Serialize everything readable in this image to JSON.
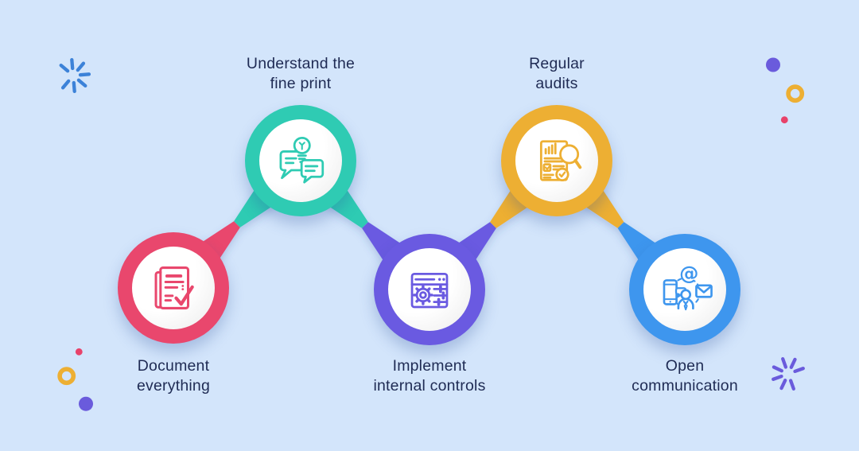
{
  "colors": {
    "background": "#D3E5FB",
    "text": "#1F2B54",
    "decor_blue": "#3C82D8",
    "decor_purple": "#6A5BDC",
    "decor_yellow": "#EDAF33",
    "decor_pink": "#E8426A"
  },
  "steps": [
    {
      "id": "document-everything",
      "label_lines": [
        "Document",
        "everything"
      ],
      "color": "#E9476D",
      "icon": "document-check-icon"
    },
    {
      "id": "understand-the-fine-print",
      "label_lines": [
        "Understand the",
        "fine print"
      ],
      "color": "#2FCBB3",
      "icon": "idea-discussion-icon"
    },
    {
      "id": "implement-internal-controls",
      "label_lines": [
        "Implement",
        "internal controls"
      ],
      "color": "#6A5AE1",
      "icon": "settings-controls-icon"
    },
    {
      "id": "regular-audits",
      "label_lines": [
        "Regular",
        "audits"
      ],
      "color": "#EDAF33",
      "icon": "audit-magnifier-icon"
    },
    {
      "id": "open-communication",
      "label_lines": [
        "Open",
        "communication"
      ],
      "color": "#3E96EE",
      "icon": "communication-icon"
    }
  ]
}
